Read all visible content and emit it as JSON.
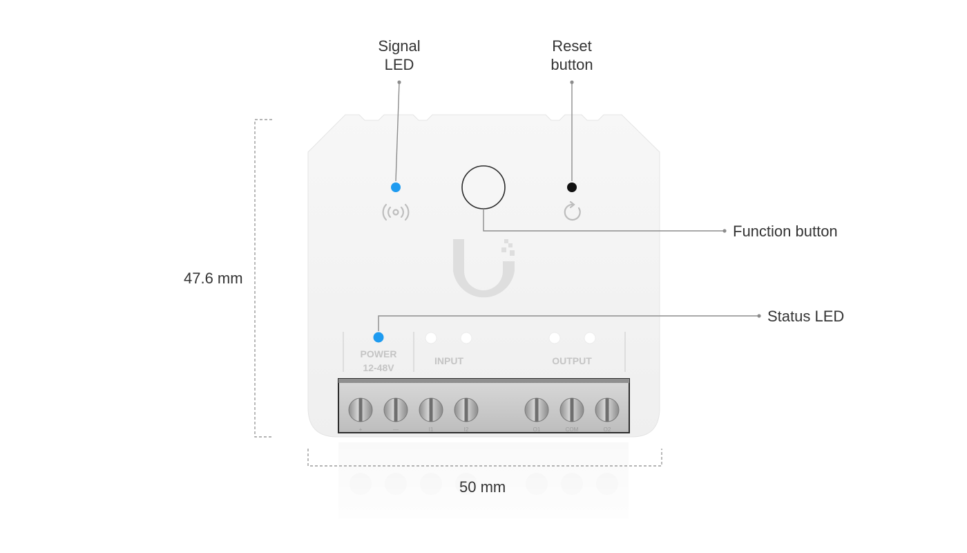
{
  "callouts": {
    "signal_led": [
      "Signal",
      "LED"
    ],
    "reset_button": [
      "Reset",
      "button"
    ],
    "function_button": "Function button",
    "status_led": "Status LED"
  },
  "dimensions": {
    "height": "47.6 mm",
    "width": "50 mm"
  },
  "device": {
    "power_label": [
      "POWER",
      "12-48V"
    ],
    "input_label": "INPUT",
    "output_label": "OUTPUT",
    "terminal_labels": [
      "+",
      "—",
      "I1",
      "I2",
      "O1",
      "COM",
      "O2"
    ],
    "led_color": "#1e9bf0",
    "reset_dot_color": "#111111",
    "body_color": "#f2f2f2",
    "logo_color": "#dedede"
  },
  "icons": [
    "signal-waves-icon",
    "reset-arrow-icon",
    "ubiquiti-u-logo"
  ]
}
